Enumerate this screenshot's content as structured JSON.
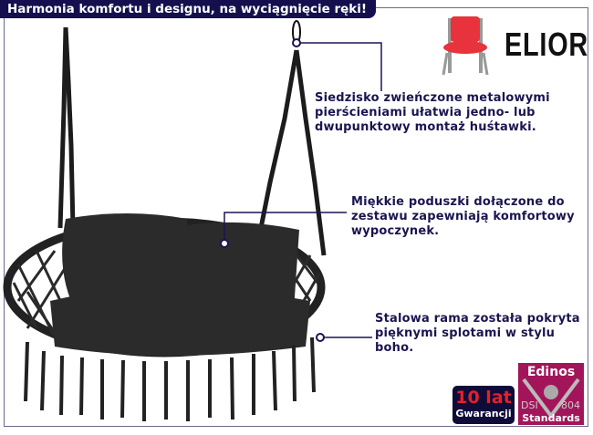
{
  "header": {
    "title": "Harmonia komfortu i designu, na wyciągnięcie ręki!"
  },
  "brand": {
    "name": "ELIOR"
  },
  "callouts": [
    {
      "lines": [
        "Siedzisko zwieńczone metalowymi",
        "pierścieniami ułatwia jedno- lub",
        "dwupunktowy montaż huśtawki."
      ]
    },
    {
      "lines": [
        "Miękkie poduszki dołączone do",
        "zestawu zapewniają komfortowy",
        "wypoczynek."
      ]
    },
    {
      "lines": [
        "Stalowa rama została pokryta",
        "pięknymi splotami w stylu",
        "boho."
      ]
    }
  ],
  "badges": {
    "warranty": {
      "big": "10 lat",
      "small": "Gwarancji"
    },
    "edinos": {
      "title": "Edinos",
      "left": "DSI",
      "right": "804",
      "bottom": "Standards"
    }
  },
  "colors": {
    "navy": "#15104d",
    "text": "#1a1550",
    "red": "#e4202a",
    "magenta": "#a3155a"
  }
}
